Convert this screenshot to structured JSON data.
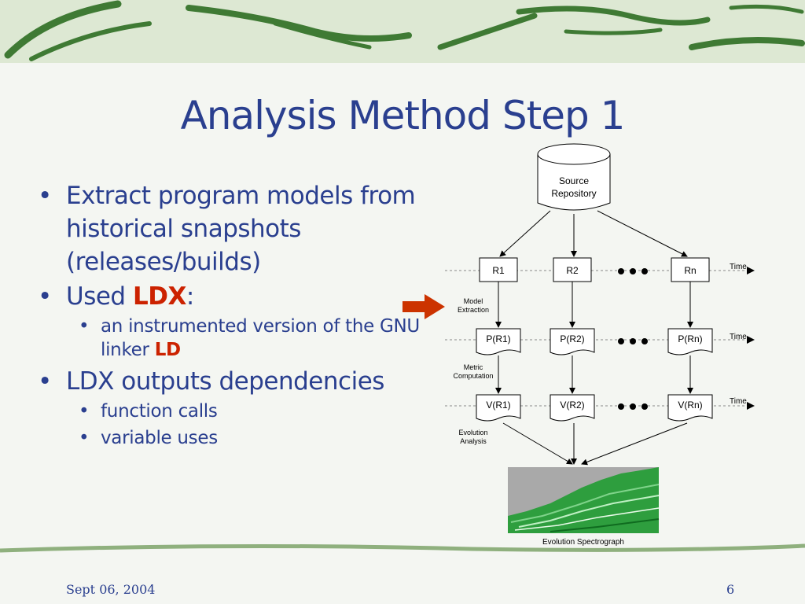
{
  "slide": {
    "title": "Analysis Method Step 1",
    "bullets": [
      {
        "text": "Extract program models from historical snapshots (releases/builds)"
      },
      {
        "prefix": "Used ",
        "highlight": "LDX",
        "suffix": ":"
      },
      {
        "text": "an instrumented version of the GNU linker ",
        "highlight": "LD"
      },
      {
        "text": "LDX outputs dependencies"
      },
      {
        "text": "function calls"
      },
      {
        "text": "variable uses"
      }
    ],
    "colors": {
      "title": "#2a3f8f",
      "highlight": "#cc2200",
      "spectrograph": "#2e9e3e"
    }
  },
  "diagram": {
    "source": {
      "line1": "Source",
      "line2": "Repository"
    },
    "releases": [
      "R1",
      "R2",
      "Rn"
    ],
    "release_subs": [
      "1",
      "2",
      "n"
    ],
    "models": [
      "P(R1)",
      "P(R2)",
      "P(Rn)"
    ],
    "metrics": [
      "V(R1)",
      "V(R2)",
      "V(Rn)"
    ],
    "time_label": "Time",
    "step_labels": {
      "model_extraction": [
        "Model",
        "Extraction"
      ],
      "metric_computation": [
        "Metric",
        "Computation"
      ],
      "evolution_analysis": [
        "Evolution",
        "Analysis"
      ]
    },
    "output_label": "Evolution Spectrograph",
    "pointer_icon": "right-arrow-icon"
  },
  "footer": {
    "date": "Sept 06, 2004",
    "page": "6"
  }
}
